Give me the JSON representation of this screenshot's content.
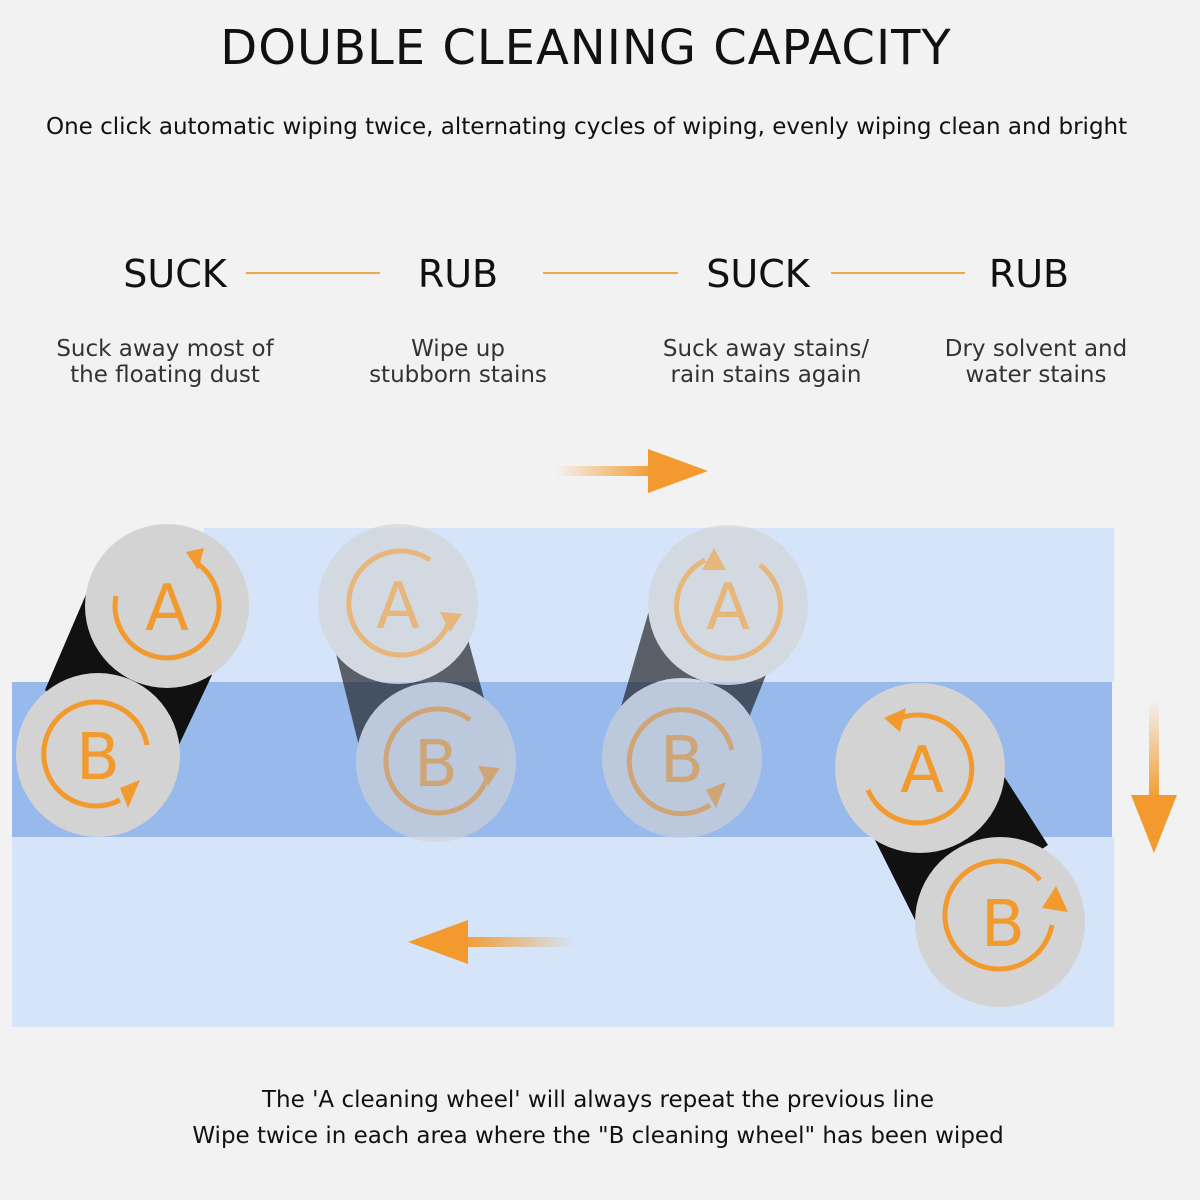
{
  "title": "DOUBLE CLEANING CAPACITY",
  "subtitle": "One click automatic wiping twice, alternating cycles of wiping, evenly wiping clean and bright",
  "steps": [
    {
      "label": "SUCK",
      "desc_line1": "Suck away most of",
      "desc_line2": "the floating dust"
    },
    {
      "label": "RUB",
      "desc_line1": "Wipe up",
      "desc_line2": "stubborn stains"
    },
    {
      "label": "SUCK",
      "desc_line1": "Suck away stains/",
      "desc_line2": "rain stains again"
    },
    {
      "label": "RUB",
      "desc_line1": "Dry solvent and",
      "desc_line2": "water stains"
    }
  ],
  "wheels": {
    "a_letter": "A",
    "b_letter": "B"
  },
  "footer": {
    "line1": "The 'A cleaning wheel' will always repeat the previous line",
    "line2": "Wipe twice in each area where the \"B cleaning wheel\" has been wiped"
  },
  "colors": {
    "background": "#f2f2f2",
    "accent_orange": "#f29a2e",
    "surface_light_blue": "#d5e4f8",
    "surface_mid_blue": "#98b9ec",
    "wheel_gray": "#d3d3d3",
    "belt_black": "#111111"
  },
  "icons": [
    "arrow-right-icon",
    "arrow-left-icon",
    "arrow-down-icon",
    "rotate-arrow-icon"
  ]
}
